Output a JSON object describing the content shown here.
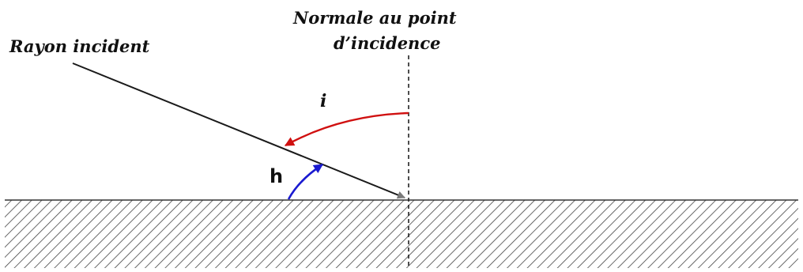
{
  "labels": {
    "incident_ray": "Rayon incident",
    "normal_line1": "Normale au point",
    "normal_line2": "d’incidence",
    "angle_i": "i",
    "angle_h": "h"
  },
  "colors": {
    "ray": "#1a1a1a",
    "ray_arrowhead": "#7a7a7a",
    "normal": "#222222",
    "angle_i_arc": "#d01010",
    "angle_h_arc": "#1a1ad0",
    "surface_hatch": "#444444",
    "background": "#ffffff"
  }
}
